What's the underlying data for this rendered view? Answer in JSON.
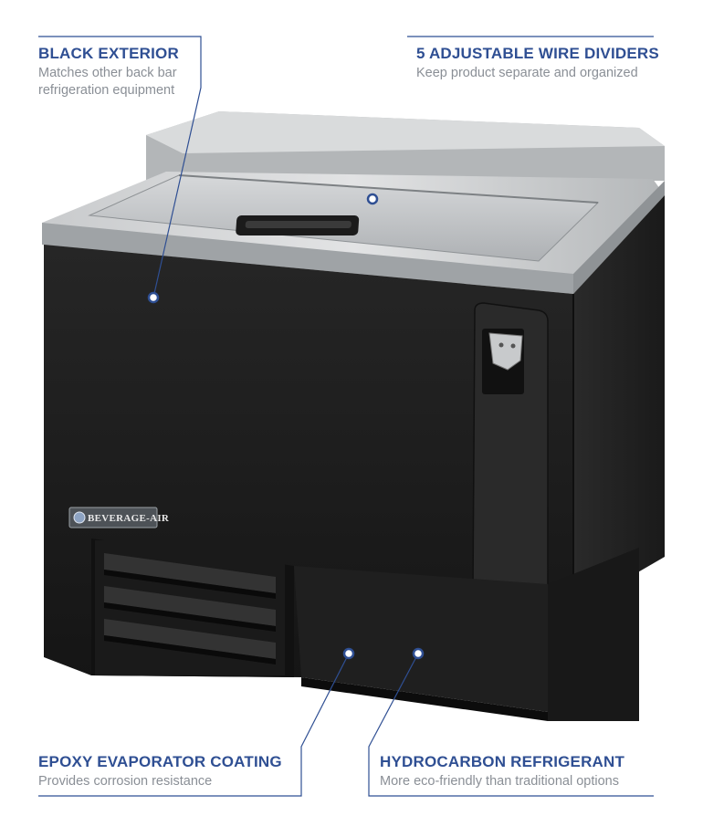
{
  "callouts": {
    "black_exterior": {
      "title": "BLACK EXTERIOR",
      "desc_line1": "Matches other back bar",
      "desc_line2": "refrigeration equipment"
    },
    "wire_dividers": {
      "title": "5 ADJUSTABLE WIRE DIVIDERS",
      "desc": "Keep product separate and organized"
    },
    "epoxy_coating": {
      "title": "EPOXY EVAPORATOR COATING",
      "desc": "Provides corrosion resistance"
    },
    "hydrocarbon": {
      "title": "HYDROCARBON REFRIGERANT",
      "desc": "More eco-friendly than traditional options"
    }
  },
  "product": {
    "brand_label": "BEVERAGE-AIR"
  },
  "colors": {
    "callout_title": "#2f4f93",
    "callout_desc": "#8a8f96",
    "leader_line": "#2f4f93",
    "cabinet_black": "#1c1c1c",
    "stainless": "#b9bcbe"
  }
}
